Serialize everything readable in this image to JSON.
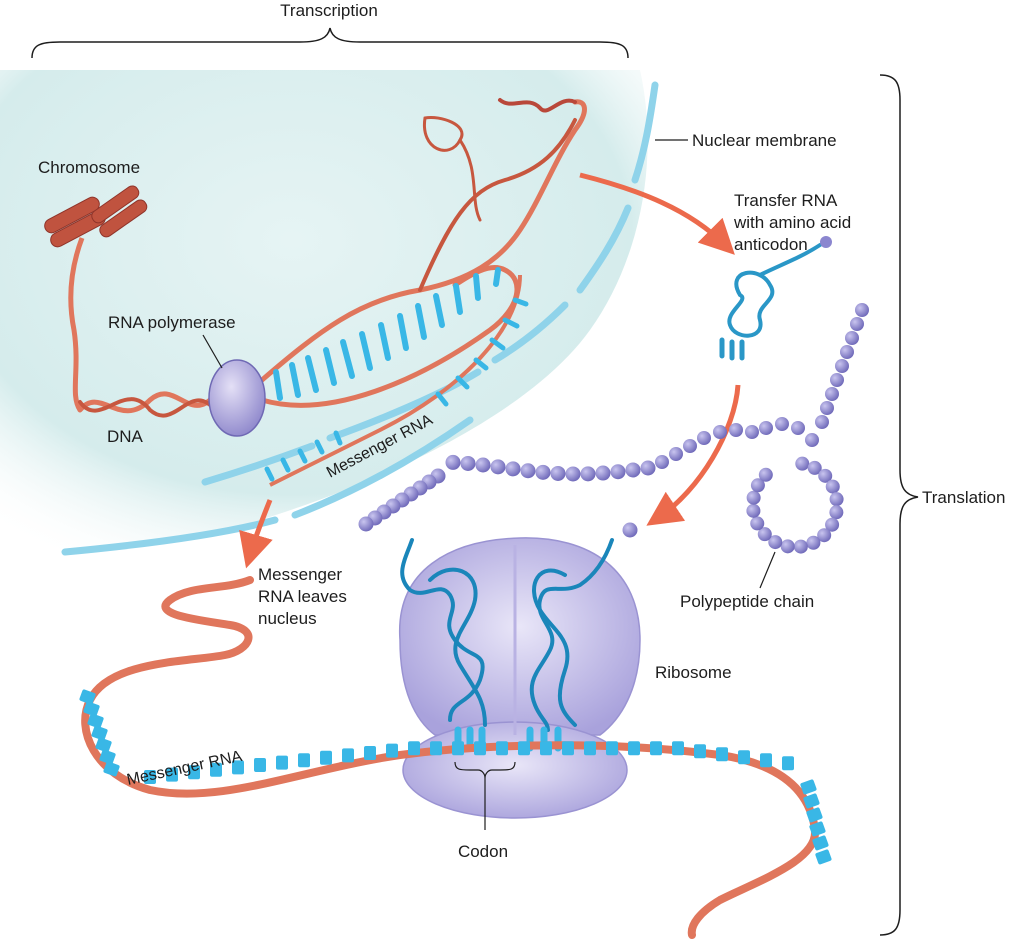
{
  "labels": {
    "transcription": "Transcription",
    "translation": "Translation",
    "chromosome": "Chromosome",
    "rna_polymerase": "RNA polymerase",
    "dna": "DNA",
    "messenger_rna_nucleus": "Messenger RNA",
    "nuclear_membrane": "Nuclear membrane",
    "transfer_rna": [
      "Transfer RNA",
      "with amino acid",
      "anticodon"
    ],
    "mrna_leaves": [
      "Messenger",
      "RNA leaves",
      "nucleus"
    ],
    "ribosome": "Ribosome",
    "polypeptide_chain": "Polypeptide chain",
    "messenger_rna_cytoplasm": "Messenger RNA",
    "codon": "Codon"
  },
  "colors": {
    "nucleus_fill": "#d9eeef",
    "membrane": "#8fd3ea",
    "dna_strand": "#e0765c",
    "dna_dark": "#b9483a",
    "mrna_base": "#39b7e6",
    "trna": "#2a97c7",
    "amino_acid": "#8b86cf",
    "ribosome": "#c7c2ea",
    "arrow": "#ec6a4c"
  }
}
